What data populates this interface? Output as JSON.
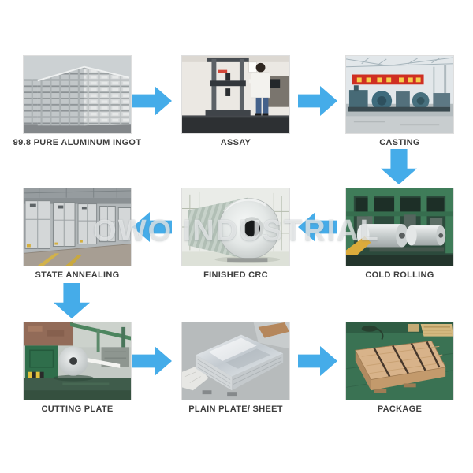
{
  "watermark": {
    "text": "OWO INDUSTRIAL"
  },
  "colors": {
    "background": "#ffffff",
    "arrow": "#45ace9",
    "label_text": "#3d3d3d",
    "watermark_text": "rgba(255,255,255,0.62)"
  },
  "steps": {
    "ingot": {
      "label": "99.8 PURE ALUMINUM INGOT"
    },
    "assay": {
      "label": "ASSAY"
    },
    "casting": {
      "label": "CASTING"
    },
    "annealing": {
      "label": "STATE ANNEALING"
    },
    "crc": {
      "label": "FINISHED CRC"
    },
    "cold_rolling": {
      "label": "COLD ROLLING"
    },
    "cutting": {
      "label": "CUTTING PLATE"
    },
    "sheet": {
      "label": "PLAIN PLATE/ SHEET"
    },
    "package": {
      "label": "PACKAGE"
    }
  },
  "flow_sequence": [
    "99.8 PURE ALUMINUM INGOT",
    "ASSAY",
    "CASTING",
    "COLD ROLLING",
    "FINISHED CRC",
    "STATE ANNEALING",
    "CUTTING PLATE",
    "PLAIN PLATE/ SHEET",
    "PACKAGE"
  ]
}
